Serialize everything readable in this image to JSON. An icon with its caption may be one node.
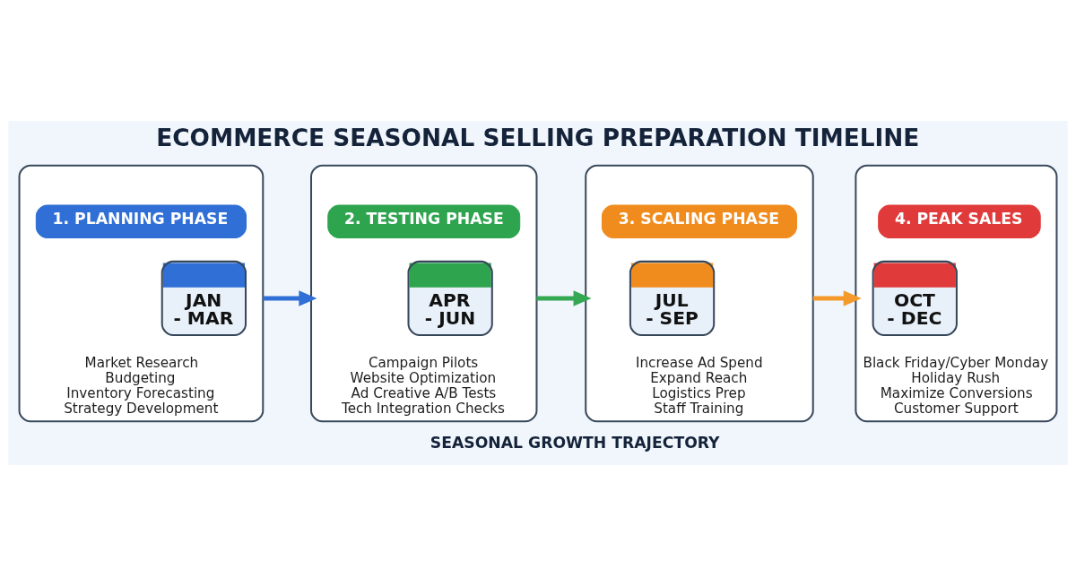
{
  "diagram": {
    "title": "ECOMMERCE SEASONAL SELLING PREPARATION TIMELINE",
    "nodes": [
      {
        "text": [
          "Market Research",
          "Budgeting",
          "Inventory Forecasting",
          "Strategy Development"
        ]
      },
      {
        "text": [
          "1. PLANNING PHASE"
        ],
        "in": 0
      },
      {
        "text": [
          "JAN - MAR"
        ],
        "in": 0
      },
      {
        "text": [
          "Campaign Pilots",
          "Website Optimization",
          "Ad Creative A/B Tests",
          "Tech Integration Checks"
        ]
      },
      {
        "text": [
          "2. TESTING PHASE"
        ],
        "in": 3
      },
      {
        "text": [
          "APR - JUN"
        ],
        "in": 3
      },
      {
        "text": [
          "Increase Ad Spend",
          "Expand Reach",
          "Logistics Prep",
          "Staff Training"
        ]
      },
      {
        "text": [
          "3. SCALING PHASE"
        ],
        "in": 6
      },
      {
        "text": [
          "JUL - SEP"
        ],
        "in": 6
      },
      {
        "text": [
          "Black Friday/Cyber Monday",
          "Holiday Rush",
          "Maximize Conversions",
          "Customer Support"
        ]
      },
      {
        "text": [
          "4. PEAK SALES"
        ],
        "in": 9
      },
      {
        "text": [
          "OCT - DEC"
        ],
        "in": 9
      }
    ],
    "edges": [
      {
        "from": 0,
        "to": 3,
        "arrow": "to",
        "color": "#2f6fd6"
      },
      {
        "from": 3,
        "to": 6,
        "arrow": "to",
        "color": "#34a853"
      },
      {
        "from": 6,
        "to": 9,
        "arrow": "to",
        "color": "#f39a2b"
      }
    ],
    "labels": [
      "SEASONAL GROWTH TRAJECTORY"
    ]
  }
}
